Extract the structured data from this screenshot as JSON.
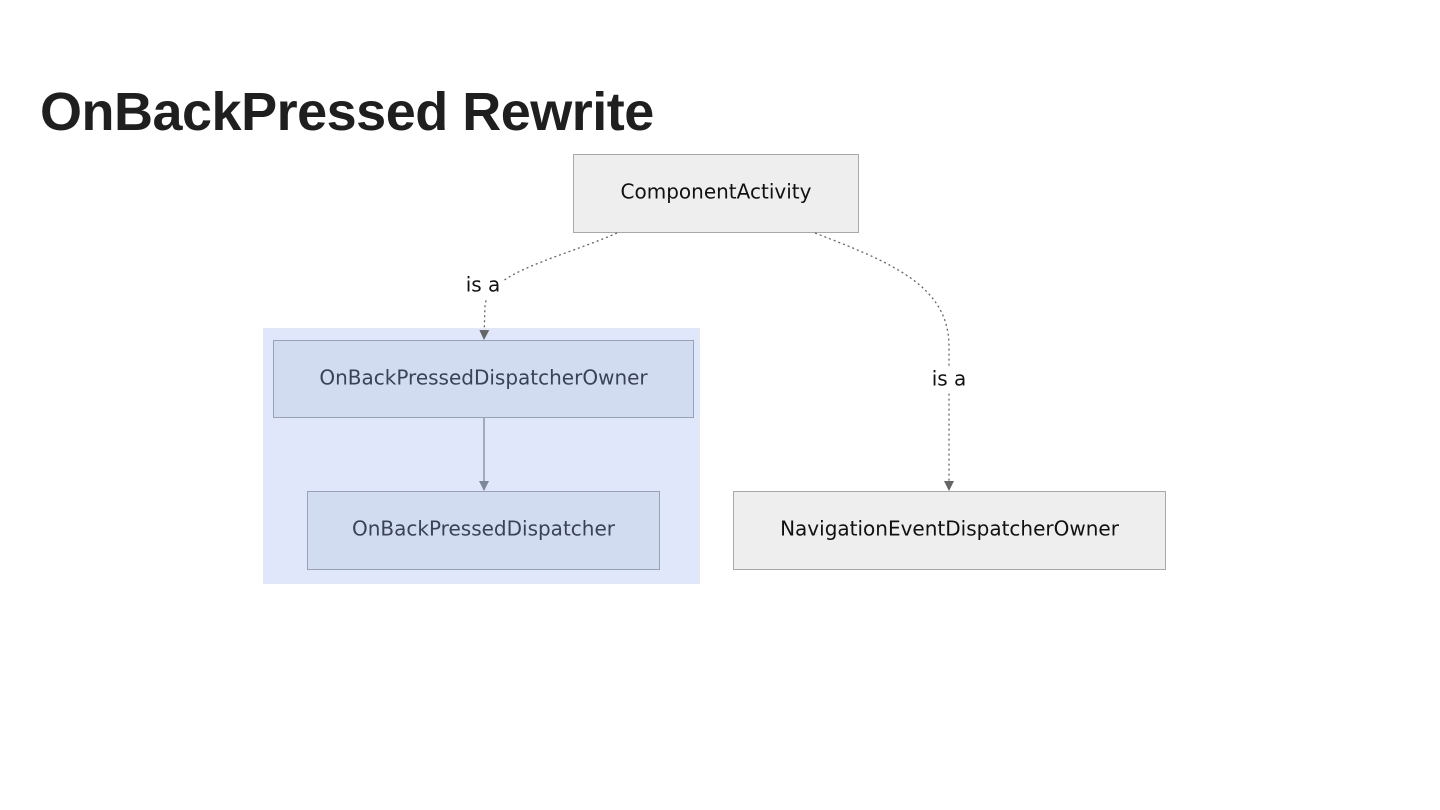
{
  "slide": {
    "title": "OnBackPressed Rewrite"
  },
  "diagram": {
    "nodes": {
      "component_activity": "ComponentActivity",
      "dispatcher_owner": "OnBackPressedDispatcherOwner",
      "dispatcher": "OnBackPressedDispatcher",
      "navigation_owner": "NavigationEventDispatcherOwner"
    },
    "edges": {
      "left_label": "is a",
      "right_label": "is a"
    },
    "colors": {
      "group_fill": "#e0e7fb",
      "group_node_fill": "#d2dcf0",
      "group_node_stroke": "#97a1b8",
      "node_fill": "#eeeeee",
      "node_stroke": "#a8a8a8",
      "edge": "#666666",
      "solid_edge": "#7e889c"
    }
  }
}
